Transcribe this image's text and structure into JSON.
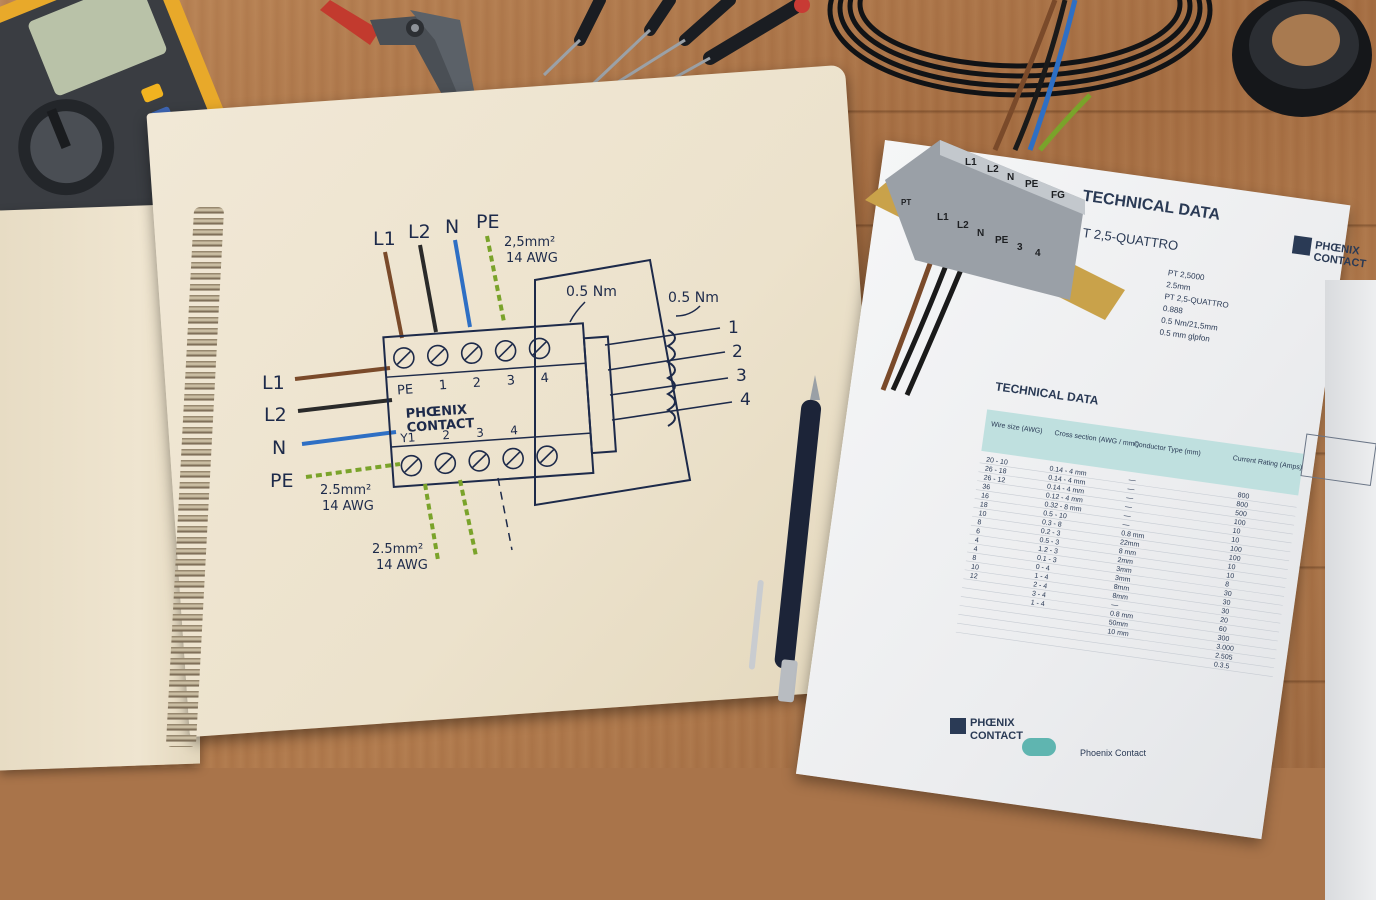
{
  "notebook": {
    "wire_labels_top": [
      "L1",
      "L2",
      "N",
      "PE"
    ],
    "wire_labels_left": [
      "L1",
      "L2",
      "N",
      "PE"
    ],
    "spec_top": [
      "2,5mm²",
      "14 AWG"
    ],
    "spec_left": [
      "2.5mm²",
      "14 AWG"
    ],
    "spec_bottom": [
      "2.5mm²",
      "14 AWG"
    ],
    "torque_left": "0.5 Nm",
    "torque_right": "0.5 Nm",
    "terminal_row_top": [
      "PE",
      "1",
      "2",
      "3",
      "4"
    ],
    "terminal_row_bottom": [
      "Y1",
      "2",
      "3",
      "4"
    ],
    "brand": [
      "PHŒNIX",
      "CONTACT"
    ],
    "output_numbers": [
      "1",
      "2",
      "3",
      "4"
    ]
  },
  "terminal_block": {
    "labels_top": [
      "L1",
      "L2",
      "N",
      "PE",
      "FG"
    ],
    "labels_bottom": [
      "L1",
      "L2",
      "N",
      "PE",
      "3",
      "4"
    ],
    "side_label": "PT"
  },
  "brochure": {
    "heading": "TECHNICAL DATA",
    "product": "T 2,5-QUATTRO",
    "brand": [
      "PHŒNIX",
      "CONTACT"
    ],
    "specs": [
      [
        "",
        "PT 2,5000"
      ],
      [
        "",
        "2.5mm"
      ],
      [
        "",
        "PT 2,5-QUATTRO"
      ],
      [
        "",
        "0.888"
      ],
      [
        "",
        "0.5 Nm/21,5mm"
      ],
      [
        "",
        "0.5 mm glpfon"
      ]
    ],
    "section_heading": "TECHNICAL DATA",
    "table": {
      "headers": [
        "Wire size (AWG)",
        "Cross section (AWG / mm²)",
        "Conductor Type (mm)",
        "Current Rating (Amps)"
      ],
      "rows": [
        [
          "20 - 10",
          "0.14 - 4 mm",
          "—",
          "800"
        ],
        [
          "26 - 18",
          "0.14 - 4 mm",
          "—",
          "800"
        ],
        [
          "26 - 12",
          "0.14 - 4 mm",
          "—",
          "500"
        ],
        [
          "36",
          "0.12 - 4 mm",
          "—",
          "100"
        ],
        [
          "16",
          "0.32 - 8 mm",
          "—",
          "10"
        ],
        [
          "18",
          "0.5 - 10",
          "—",
          "10"
        ],
        [
          "10",
          "0.3 - 8",
          "0.8 mm",
          "100"
        ],
        [
          "8",
          "0.2 - 3",
          "22mm",
          "100"
        ],
        [
          "6",
          "0.5 - 3",
          "8 mm",
          "10"
        ],
        [
          "4",
          "1.2 - 3",
          "2mm",
          "10"
        ],
        [
          "4",
          "0.1 - 3",
          "3mm",
          "8"
        ],
        [
          "8",
          "0 - 4",
          "3mm",
          "30"
        ],
        [
          "10",
          "1 - 4",
          "8mm",
          "30"
        ],
        [
          "12",
          "2 - 4",
          "8mm",
          "30"
        ],
        [
          "",
          "3 - 4",
          "—",
          "20"
        ],
        [
          "",
          "1 - 4",
          "0.8 mm",
          "60"
        ],
        [
          "",
          "",
          "50mm",
          "300"
        ],
        [
          "",
          "",
          "10 mm",
          "3.000"
        ],
        [
          "",
          "",
          "",
          "2.505"
        ],
        [
          "",
          "",
          "",
          "0.3.5"
        ]
      ]
    },
    "footer_brand": [
      "PHŒNIX",
      "CONTACT"
    ],
    "footer_text": "Phoenix Contact"
  }
}
